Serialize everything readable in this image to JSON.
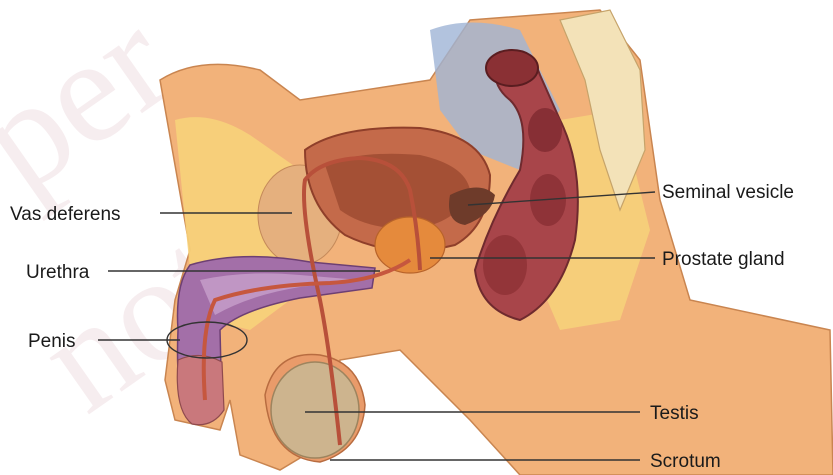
{
  "diagram": {
    "watermark": {
      "line1": "per",
      "line2": "not to be"
    },
    "labels": {
      "vas_deferens": "Vas deferens",
      "urethra": "Urethra",
      "penis": "Penis",
      "seminal_vesicle": "Seminal vesicle",
      "prostate_gland": "Prostate gland",
      "testis": "Testis",
      "scrotum": "Scrotum"
    },
    "colors": {
      "skin": "#f2b27a",
      "fat": "#f7d27a",
      "bladder": "#c46a4a",
      "rectum": "#a8454a",
      "penile_tissue": "#a36fa8",
      "testis": "#cdb48e",
      "peritoneum": "#9fb4d6"
    }
  }
}
